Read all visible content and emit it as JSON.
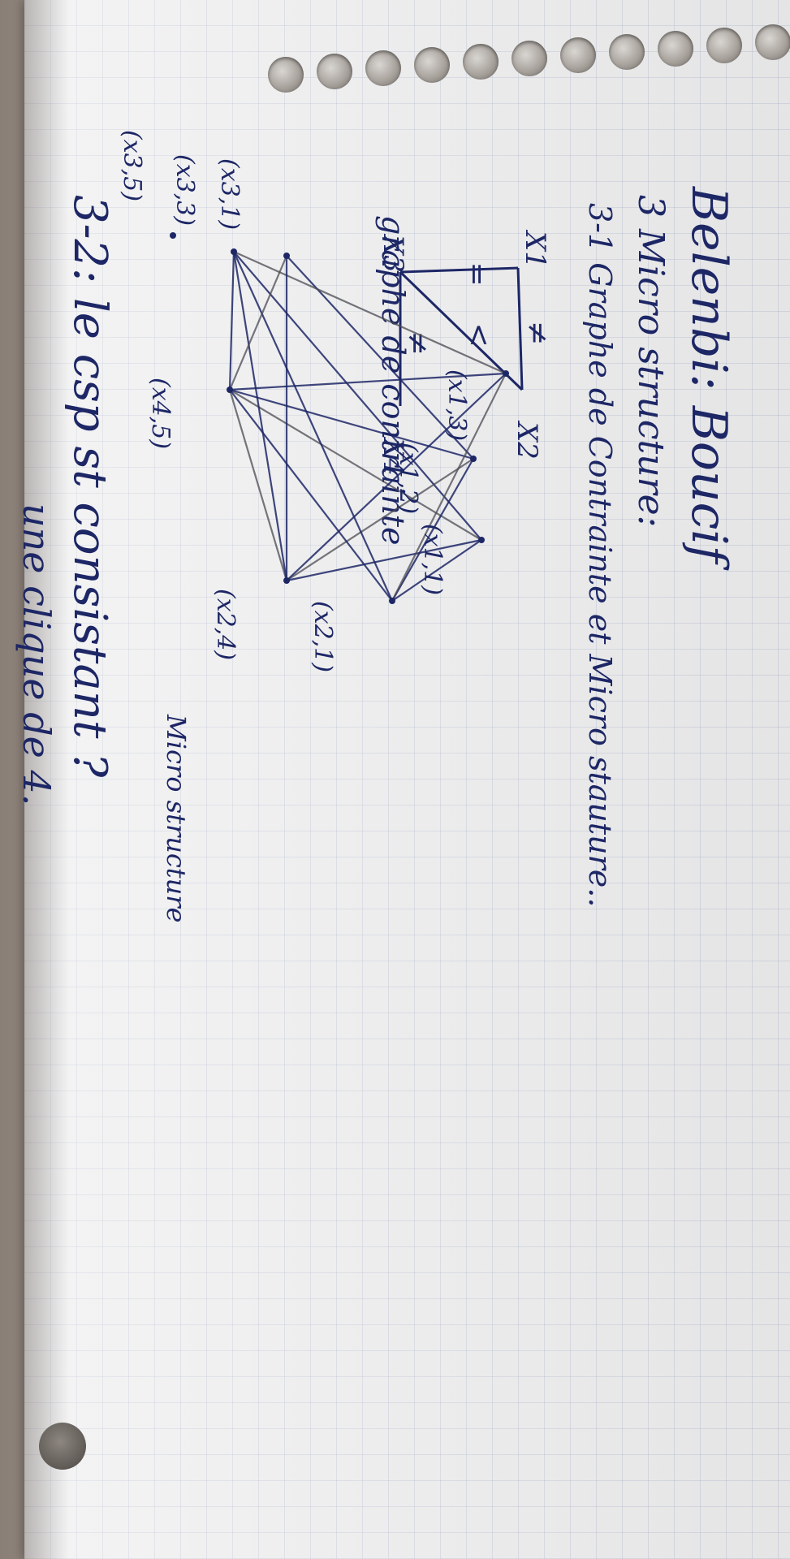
{
  "page": {
    "author_line": "Belenbi: Boucif",
    "section_title": "3 Micro structure:",
    "subsection_1": "3-1 Graphe de Contrainte et Micro stauture..",
    "subsection_2": "3-2: le csp st consistant ?",
    "answer_partial": "une clique de 4.",
    "caption_constraint_graph": "graphe de contrainte",
    "caption_micro_structure": "Micro structure"
  },
  "constraint_graph": {
    "nodes": [
      {
        "id": "x1",
        "label": "X1"
      },
      {
        "id": "x2",
        "label": "X2"
      },
      {
        "id": "x3",
        "label": "X3"
      },
      {
        "id": "x4",
        "label": "X4"
      }
    ],
    "edges": [
      {
        "from": "x1",
        "to": "x2",
        "relation": "≠"
      },
      {
        "from": "x1",
        "to": "x3",
        "relation": "="
      },
      {
        "from": "x2",
        "to": "x3",
        "relation": "<"
      },
      {
        "from": "x3",
        "to": "x4",
        "relation": "≠"
      }
    ]
  },
  "micro_structure": {
    "nodes": [
      {
        "id": "x11",
        "label": "(x1,1)"
      },
      {
        "id": "x12",
        "label": "(x1,2)"
      },
      {
        "id": "x13",
        "label": "(x1,3)"
      },
      {
        "id": "x21",
        "label": "(x2,1)"
      },
      {
        "id": "x24",
        "label": "(x2,4)"
      },
      {
        "id": "x31",
        "label": "(x3,1)"
      },
      {
        "id": "x33",
        "label": "(x3,3)"
      },
      {
        "id": "x35",
        "label": "(x3,5)"
      },
      {
        "id": "x45",
        "label": "(x4,5)"
      }
    ],
    "edges": [
      [
        "x11",
        "x21"
      ],
      [
        "x11",
        "x24"
      ],
      [
        "x11",
        "x45"
      ],
      [
        "x11",
        "x33"
      ],
      [
        "x12",
        "x21"
      ],
      [
        "x12",
        "x24"
      ],
      [
        "x12",
        "x45"
      ],
      [
        "x12",
        "x31"
      ],
      [
        "x13",
        "x21"
      ],
      [
        "x13",
        "x24"
      ],
      [
        "x13",
        "x45"
      ],
      [
        "x13",
        "x33"
      ],
      [
        "x21",
        "x33"
      ],
      [
        "x21",
        "x45"
      ],
      [
        "x24",
        "x45"
      ],
      [
        "x24",
        "x31"
      ],
      [
        "x24",
        "x33"
      ],
      [
        "x31",
        "x45"
      ],
      [
        "x33",
        "x45"
      ]
    ]
  },
  "colors": {
    "ink_blue": "#1d2766",
    "pencil_gray": "#4a4a52",
    "paper": "#eeeeef",
    "grid": "#8fa0c2"
  }
}
